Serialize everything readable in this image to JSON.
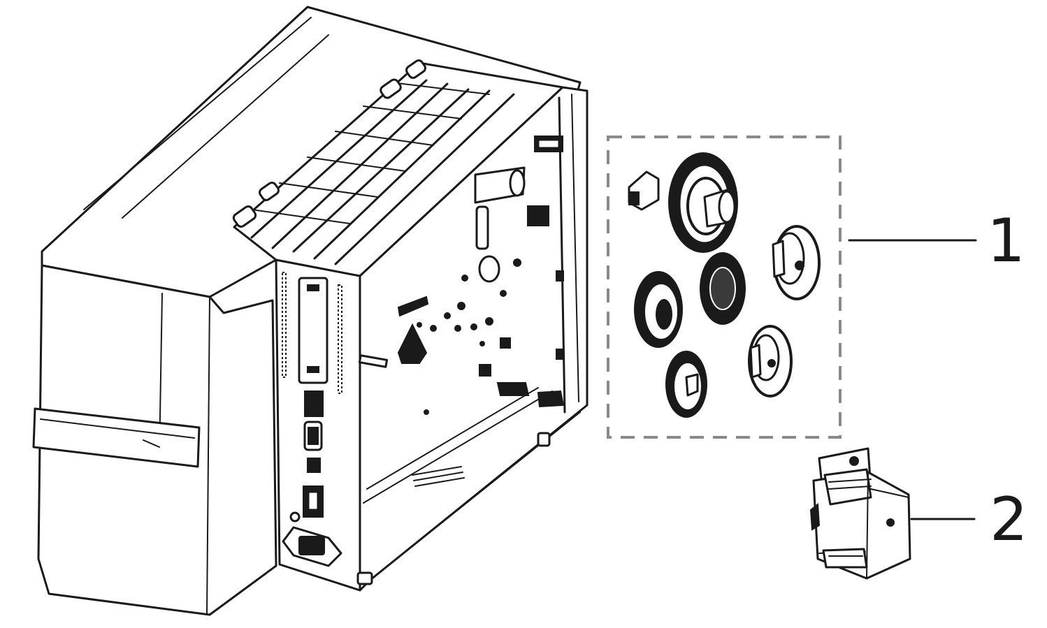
{
  "figure": {
    "callouts": [
      {
        "id": 1,
        "label": "1"
      },
      {
        "id": 2,
        "label": "2"
      }
    ],
    "colors": {
      "line": "#1a1a1a",
      "dashed_box": "#8a8a8a",
      "background": "#ffffff"
    },
    "icons": [
      "printer-chassis",
      "hub-kit-parts",
      "module-assembly"
    ]
  }
}
